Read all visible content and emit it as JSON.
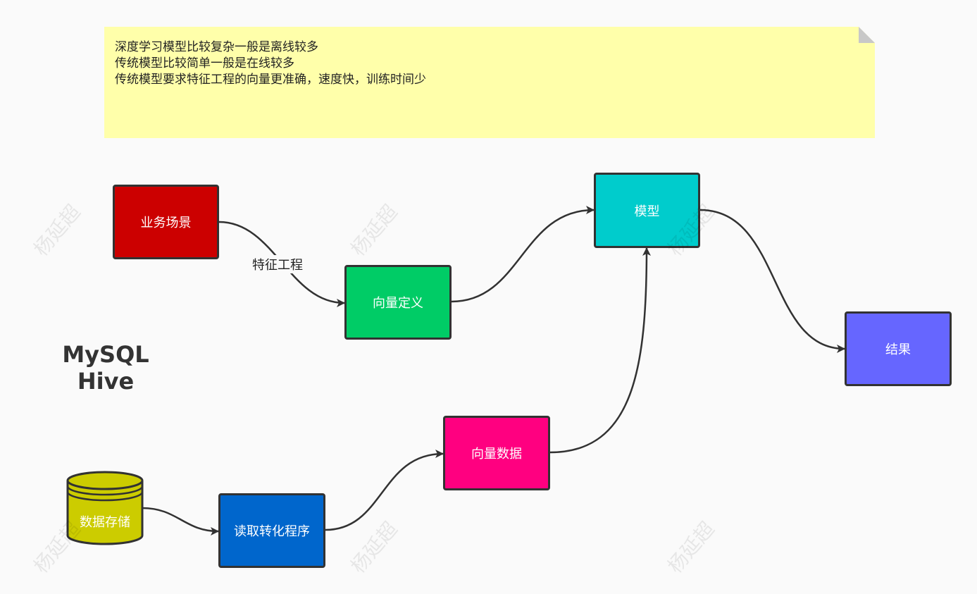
{
  "note": {
    "lines": [
      "深度学习模型比较复杂一般是离线较多",
      "传统模型比较简单一般是在线较多",
      "传统模型要求特征工程的向量更准确，速度快，训练时间少"
    ],
    "color": "#ffffaa"
  },
  "nodes": {
    "business": {
      "label": "业务场景",
      "color": "#cc0000"
    },
    "vector_def": {
      "label": "向量定义",
      "color": "#00cc66"
    },
    "model": {
      "label": "模型",
      "color": "#00cccc"
    },
    "result": {
      "label": "结果",
      "color": "#6666ff"
    },
    "vector_data": {
      "label": "向量数据",
      "color": "#ff0080"
    },
    "reader": {
      "label": "读取转化程序",
      "color": "#0066cc"
    },
    "storage": {
      "label": "数据存储",
      "color": "#cccc00"
    }
  },
  "edges": {
    "feature_engineering": "特征工程"
  },
  "side_label": {
    "line1": "MySQL",
    "line2": "Hive"
  },
  "watermark": "杨延超"
}
